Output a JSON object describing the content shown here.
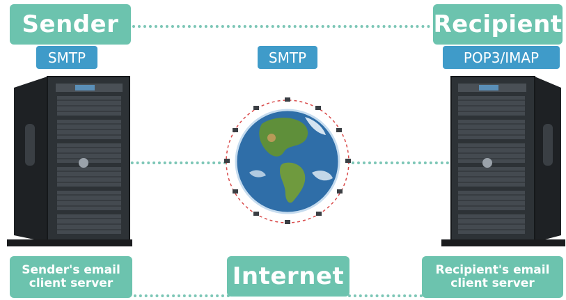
{
  "sender": {
    "title": "Sender",
    "protocol": "SMTP",
    "caption": "Sender's email\nclient server"
  },
  "middle": {
    "protocol": "SMTP",
    "label": "Internet"
  },
  "recipient": {
    "title": "Recipient",
    "protocol": "POP3/IMAP",
    "caption": "Recipient's email\nclient server"
  },
  "colors": {
    "box": "#6cc3ae",
    "protocol": "#3f9bc9",
    "dots": "#7cc6b6",
    "server": "#2b2f33"
  },
  "icons": [
    "server-tower-icon",
    "globe-icon",
    "satellite-icon"
  ]
}
